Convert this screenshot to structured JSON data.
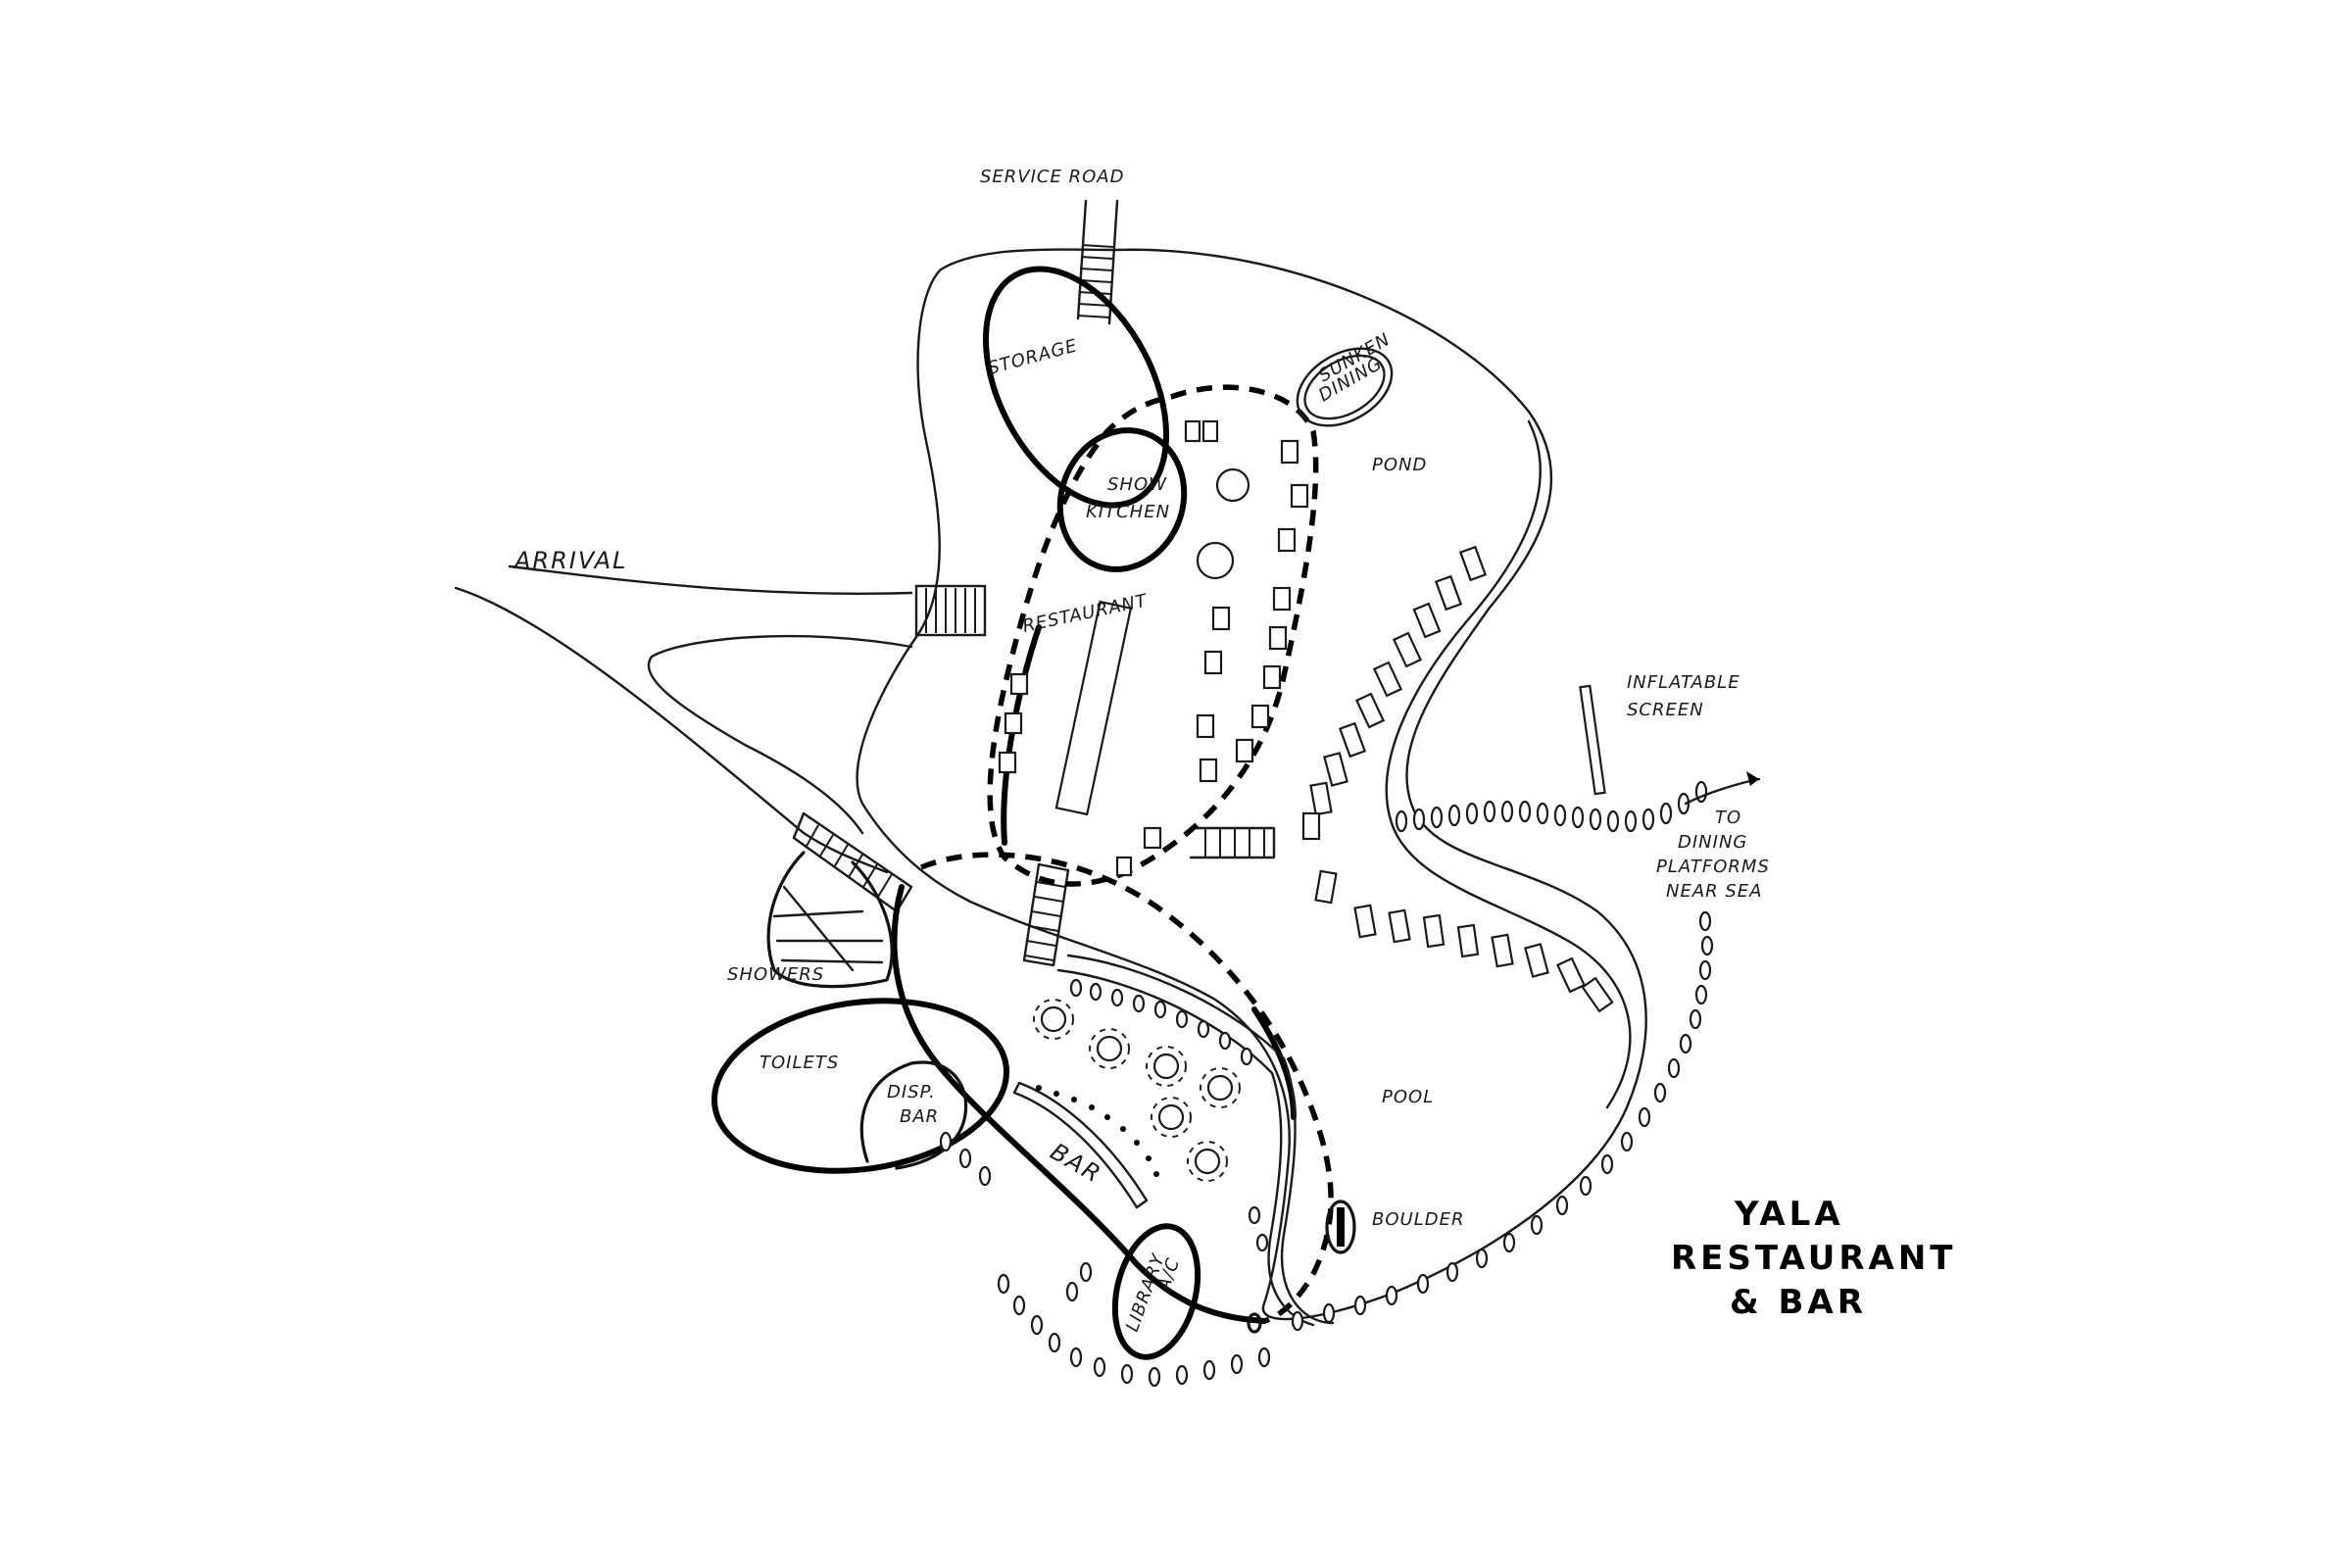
{
  "labels": {
    "service_road": "SERVICE ROAD",
    "storage": "STORAGE",
    "show_kitchen_1": "SHOW",
    "show_kitchen_2": "KITCHEN",
    "sunken_dining_1": "SUNKEN",
    "sunken_dining_2": "DINING",
    "pond": "POND",
    "arrival": "ARRIVAL",
    "restaurant": "RESTAURANT",
    "inflatable_screen_1": "INFLATABLE",
    "inflatable_screen_2": "SCREEN",
    "to_dining_1": "TO",
    "to_dining_2": "DINING",
    "to_dining_3": "PLATFORMS",
    "to_dining_4": "NEAR SEA",
    "showers": "SHOWERS",
    "toilets": "TOILETS",
    "disp_bar_1": "DISP.",
    "disp_bar_2": "BAR",
    "bar": "BAR",
    "pool": "POOL",
    "boulder": "BOULDER",
    "library_1": "LIBRARY",
    "library_2": "A/C"
  },
  "title": {
    "line1": "YALA",
    "line2": "RESTAURANT",
    "line3": "& BAR"
  },
  "colors": {
    "ink": "#000000",
    "paper": "#ffffff"
  }
}
